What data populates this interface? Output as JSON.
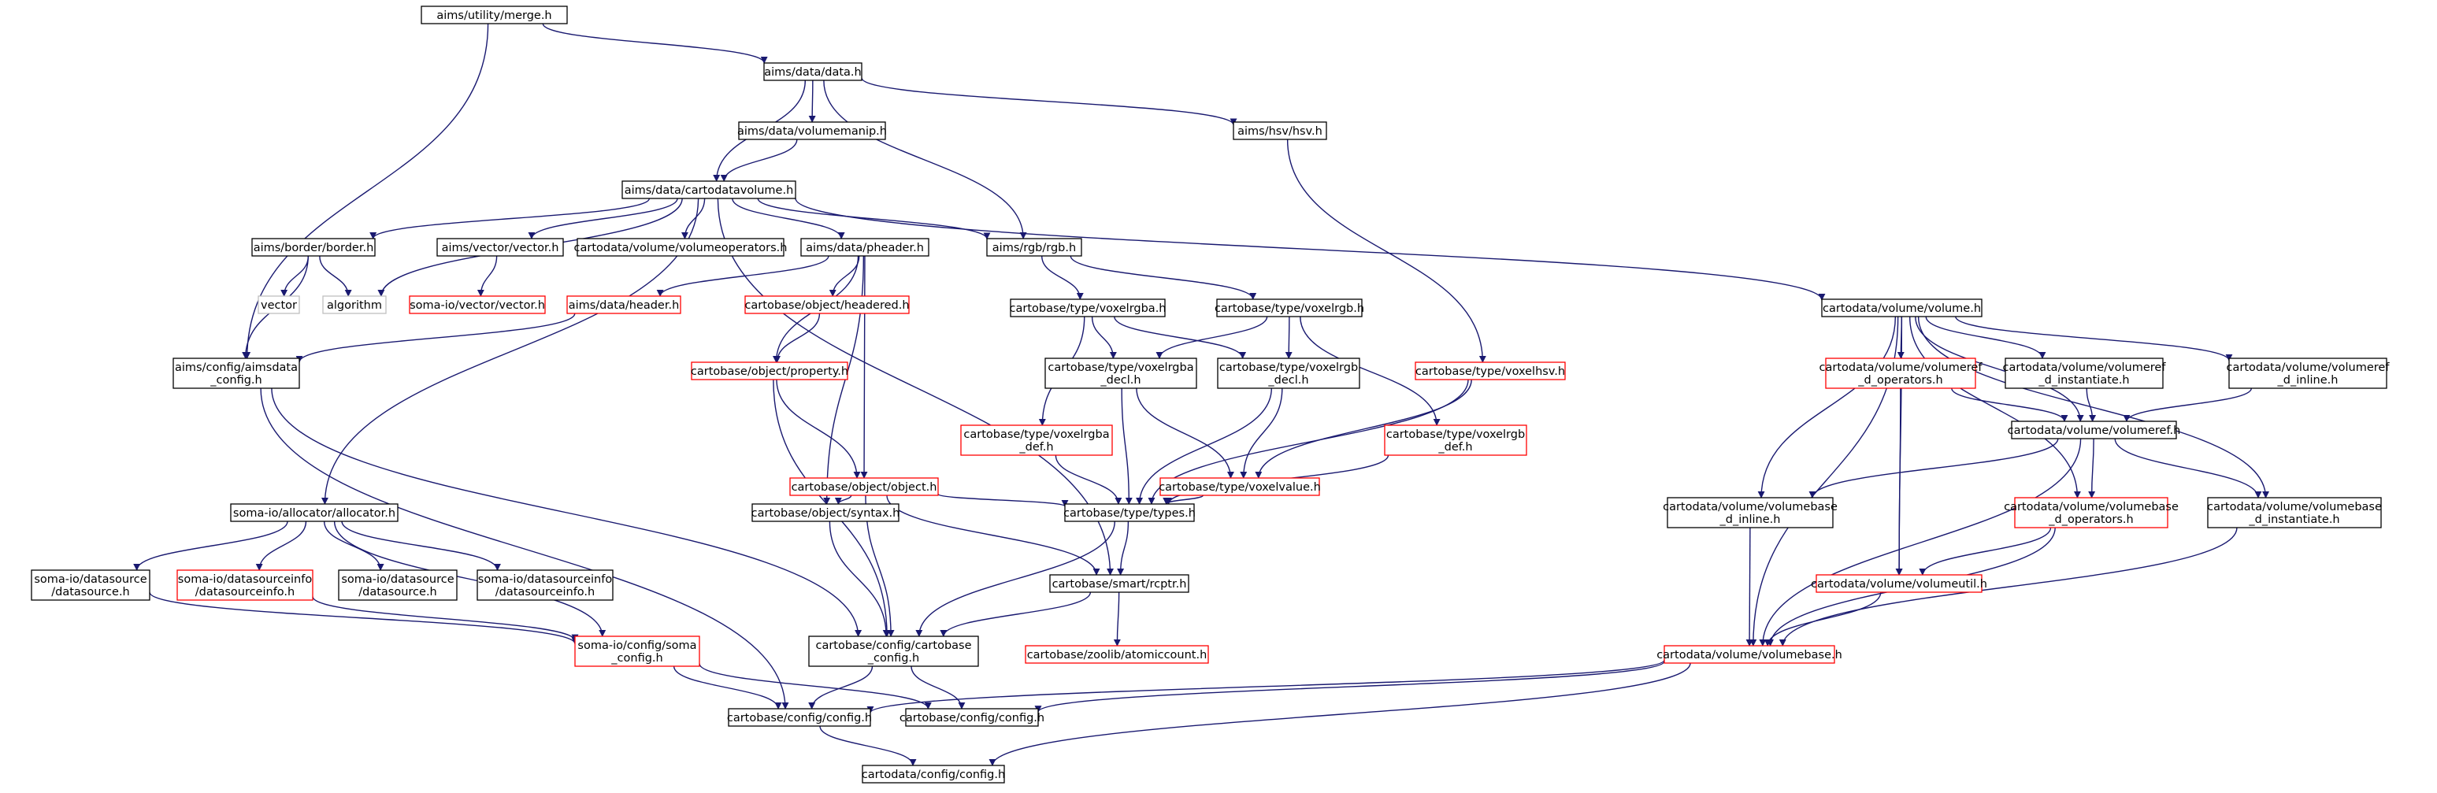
{
  "diagram": {
    "colors": {
      "edge": "#191970",
      "box_normal": "#000000",
      "box_linked": "#ff0000",
      "box_external": "#bfbfbf",
      "root_fill": "#bfbfbf",
      "fill": "#ffffff",
      "text": "#000000"
    },
    "nodes": [
      {
        "id": "merge",
        "lines": [
          "aims/utility/merge.h"
        ],
        "kind": "root"
      },
      {
        "id": "data",
        "lines": [
          "aims/data/data.h"
        ],
        "kind": "normal"
      },
      {
        "id": "volumemanip",
        "lines": [
          "aims/data/volumemanip.h"
        ],
        "kind": "normal"
      },
      {
        "id": "hsv",
        "lines": [
          "aims/hsv/hsv.h"
        ],
        "kind": "normal"
      },
      {
        "id": "cartodatavolume",
        "lines": [
          "aims/data/cartodatavolume.h"
        ],
        "kind": "normal"
      },
      {
        "id": "border",
        "lines": [
          "aims/border/border.h"
        ],
        "kind": "normal"
      },
      {
        "id": "vectorh",
        "lines": [
          "aims/vector/vector.h"
        ],
        "kind": "normal"
      },
      {
        "id": "volumeoperators",
        "lines": [
          "cartodata/volume/volumeoperators.h"
        ],
        "kind": "normal"
      },
      {
        "id": "pheader",
        "lines": [
          "aims/data/pheader.h"
        ],
        "kind": "normal"
      },
      {
        "id": "rgb",
        "lines": [
          "aims/rgb/rgb.h"
        ],
        "kind": "normal"
      },
      {
        "id": "volume",
        "lines": [
          "cartodata/volume/volume.h"
        ],
        "kind": "normal"
      },
      {
        "id": "vector",
        "lines": [
          "vector"
        ],
        "kind": "external"
      },
      {
        "id": "algorithm",
        "lines": [
          "algorithm"
        ],
        "kind": "external"
      },
      {
        "id": "somavector",
        "lines": [
          "soma-io/vector/vector.h"
        ],
        "kind": "linked"
      },
      {
        "id": "header",
        "lines": [
          "aims/data/header.h"
        ],
        "kind": "linked"
      },
      {
        "id": "headered",
        "lines": [
          "cartobase/object/headered.h"
        ],
        "kind": "linked"
      },
      {
        "id": "voxelrgba",
        "lines": [
          "cartobase/type/voxelrgba.h"
        ],
        "kind": "normal"
      },
      {
        "id": "voxelrgb",
        "lines": [
          "cartobase/type/voxelrgb.h"
        ],
        "kind": "normal"
      },
      {
        "id": "aimsdataconfig",
        "lines": [
          "aims/config/aimsdata",
          "_config.h"
        ],
        "kind": "normal"
      },
      {
        "id": "property",
        "lines": [
          "cartobase/object/property.h"
        ],
        "kind": "linked"
      },
      {
        "id": "voxelrgbadecl",
        "lines": [
          "cartobase/type/voxelrgba",
          "_decl.h"
        ],
        "kind": "normal"
      },
      {
        "id": "voxelrgbdecl",
        "lines": [
          "cartobase/type/voxelrgb",
          "_decl.h"
        ],
        "kind": "normal"
      },
      {
        "id": "voxelhsv",
        "lines": [
          "cartobase/type/voxelhsv.h"
        ],
        "kind": "linked"
      },
      {
        "id": "volumerefdops",
        "lines": [
          "cartodata/volume/volumeref",
          "_d_operators.h"
        ],
        "kind": "linked"
      },
      {
        "id": "volumerefdinst",
        "lines": [
          "cartodata/volume/volumeref",
          "_d_instantiate.h"
        ],
        "kind": "normal"
      },
      {
        "id": "volumerefdinline",
        "lines": [
          "cartodata/volume/volumeref",
          "_d_inline.h"
        ],
        "kind": "normal"
      },
      {
        "id": "object",
        "lines": [
          "cartobase/object/object.h"
        ],
        "kind": "linked"
      },
      {
        "id": "voxelrgbadef",
        "lines": [
          "cartobase/type/voxelrgba",
          "_def.h"
        ],
        "kind": "linked"
      },
      {
        "id": "voxelvalue",
        "lines": [
          "cartobase/type/voxelvalue.h"
        ],
        "kind": "linked"
      },
      {
        "id": "voxelrgbdef",
        "lines": [
          "cartobase/type/voxelrgb",
          "_def.h"
        ],
        "kind": "linked"
      },
      {
        "id": "volumeref",
        "lines": [
          "cartodata/volume/volumeref.h"
        ],
        "kind": "normal"
      },
      {
        "id": "allocator",
        "lines": [
          "soma-io/allocator/allocator.h"
        ],
        "kind": "normal"
      },
      {
        "id": "syntax",
        "lines": [
          "cartobase/object/syntax.h"
        ],
        "kind": "normal"
      },
      {
        "id": "types",
        "lines": [
          "cartobase/type/types.h"
        ],
        "kind": "normal"
      },
      {
        "id": "volumebasedinline",
        "lines": [
          "cartodata/volume/volumebase",
          "_d_inline.h"
        ],
        "kind": "normal"
      },
      {
        "id": "volumebasedops",
        "lines": [
          "cartodata/volume/volumebase",
          "_d_operators.h"
        ],
        "kind": "linked"
      },
      {
        "id": "volumebasedinst",
        "lines": [
          "cartodata/volume/volumebase",
          "_d_instantiate.h"
        ],
        "kind": "normal"
      },
      {
        "id": "dsdatasource",
        "lines": [
          "soma-io/datasource",
          "/datasource.h"
        ],
        "kind": "normal"
      },
      {
        "id": "dsinfolinked",
        "lines": [
          "soma-io/datasourceinfo",
          "/datasourceinfo.h"
        ],
        "kind": "linked"
      },
      {
        "id": "dsdatasource2",
        "lines": [
          "soma-io/datasource",
          "/datasource.h"
        ],
        "kind": "normal"
      },
      {
        "id": "dsinfo2",
        "lines": [
          "soma-io/datasourceinfo",
          "/datasourceinfo.h"
        ],
        "kind": "normal"
      },
      {
        "id": "rcptr",
        "lines": [
          "cartobase/smart/rcptr.h"
        ],
        "kind": "normal"
      },
      {
        "id": "volumeutil",
        "lines": [
          "cartodata/volume/volumeutil.h"
        ],
        "kind": "linked"
      },
      {
        "id": "somaconfig",
        "lines": [
          "soma-io/config/soma",
          "_config.h"
        ],
        "kind": "linked"
      },
      {
        "id": "cartobaseconfig",
        "lines": [
          "cartobase/config/cartobase",
          "_config.h"
        ],
        "kind": "normal"
      },
      {
        "id": "atomiccount",
        "lines": [
          "cartobase/zoolib/atomiccount.h"
        ],
        "kind": "linked"
      },
      {
        "id": "volumebase",
        "lines": [
          "cartodata/volume/volumebase.h"
        ],
        "kind": "linked"
      },
      {
        "id": "configA",
        "lines": [
          "cartobase/config/config.h"
        ],
        "kind": "normal"
      },
      {
        "id": "configB",
        "lines": [
          "cartobase/config/config.h"
        ],
        "kind": "normal"
      },
      {
        "id": "cartodataconfig",
        "lines": [
          "cartodata/config/config.h"
        ],
        "kind": "normal"
      }
    ],
    "edges": [
      [
        "merge",
        "data"
      ],
      [
        "merge",
        "aimsdataconfig"
      ],
      [
        "data",
        "volumemanip"
      ],
      [
        "data",
        "cartodatavolume"
      ],
      [
        "data",
        "rgb"
      ],
      [
        "data",
        "hsv"
      ],
      [
        "volumemanip",
        "cartodatavolume"
      ],
      [
        "hsv",
        "voxelhsv"
      ],
      [
        "cartodatavolume",
        "border"
      ],
      [
        "cartodatavolume",
        "vectorh"
      ],
      [
        "cartodatavolume",
        "volumeoperators"
      ],
      [
        "cartodatavolume",
        "pheader"
      ],
      [
        "cartodatavolume",
        "rgb"
      ],
      [
        "cartodatavolume",
        "volume"
      ],
      [
        "cartodatavolume",
        "algorithm"
      ],
      [
        "cartodatavolume",
        "allocator"
      ],
      [
        "cartodatavolume",
        "rcptr"
      ],
      [
        "border",
        "vector"
      ],
      [
        "border",
        "algorithm"
      ],
      [
        "border",
        "aimsdataconfig"
      ],
      [
        "vectorh",
        "somavector"
      ],
      [
        "pheader",
        "header"
      ],
      [
        "pheader",
        "headered"
      ],
      [
        "pheader",
        "property"
      ],
      [
        "pheader",
        "object"
      ],
      [
        "pheader",
        "syntax"
      ],
      [
        "header",
        "aimsdataconfig"
      ],
      [
        "headered",
        "property"
      ],
      [
        "property",
        "object"
      ],
      [
        "property",
        "cartobaseconfig"
      ],
      [
        "rgb",
        "voxelrgba"
      ],
      [
        "rgb",
        "voxelrgb"
      ],
      [
        "voxelrgba",
        "voxelrgbadecl"
      ],
      [
        "voxelrgba",
        "voxelrgbdecl"
      ],
      [
        "voxelrgba",
        "voxelrgbadef"
      ],
      [
        "voxelrgb",
        "voxelrgbadecl"
      ],
      [
        "voxelrgb",
        "voxelrgbdecl"
      ],
      [
        "voxelrgb",
        "voxelrgbdef"
      ],
      [
        "voxelrgbadecl",
        "voxelvalue"
      ],
      [
        "voxelrgbadecl",
        "types"
      ],
      [
        "voxelrgbdecl",
        "voxelvalue"
      ],
      [
        "voxelrgbdecl",
        "types"
      ],
      [
        "voxelrgbadef",
        "types"
      ],
      [
        "voxelrgbdef",
        "types"
      ],
      [
        "voxelvalue",
        "types"
      ],
      [
        "voxelhsv",
        "voxelvalue"
      ],
      [
        "voxelhsv",
        "types"
      ],
      [
        "object",
        "syntax"
      ],
      [
        "object",
        "types"
      ],
      [
        "object",
        "rcptr"
      ],
      [
        "object",
        "cartobaseconfig"
      ],
      [
        "syntax",
        "cartobaseconfig"
      ],
      [
        "types",
        "rcptr"
      ],
      [
        "types",
        "cartobaseconfig"
      ],
      [
        "rcptr",
        "cartobaseconfig"
      ],
      [
        "rcptr",
        "atomiccount"
      ],
      [
        "aimsdataconfig",
        "cartobaseconfig"
      ],
      [
        "aimsdataconfig",
        "configA"
      ],
      [
        "cartobaseconfig",
        "configA"
      ],
      [
        "cartobaseconfig",
        "configB"
      ],
      [
        "allocator",
        "dsdatasource"
      ],
      [
        "allocator",
        "dsinfolinked"
      ],
      [
        "allocator",
        "dsdatasource2"
      ],
      [
        "allocator",
        "dsinfo2"
      ],
      [
        "allocator",
        "somaconfig"
      ],
      [
        "dsdatasource",
        "somaconfig"
      ],
      [
        "dsinfolinked",
        "somaconfig"
      ],
      [
        "somaconfig",
        "configA"
      ],
      [
        "somaconfig",
        "configB"
      ],
      [
        "volume",
        "volumerefdops"
      ],
      [
        "volume",
        "volumerefdinst"
      ],
      [
        "volume",
        "volumerefdinline"
      ],
      [
        "volume",
        "volumeref"
      ],
      [
        "volume",
        "volumebasedinline"
      ],
      [
        "volume",
        "volumebasedops"
      ],
      [
        "volume",
        "volumebasedinst"
      ],
      [
        "volume",
        "volumeutil"
      ],
      [
        "volume",
        "volumebase"
      ],
      [
        "volumerefdops",
        "volumeref"
      ],
      [
        "volumerefdops",
        "volumeutil"
      ],
      [
        "volumerefdinst",
        "volumeref"
      ],
      [
        "volumerefdinline",
        "volumeref"
      ],
      [
        "volumeref",
        "volumebasedinline"
      ],
      [
        "volumeref",
        "volumebasedops"
      ],
      [
        "volumeref",
        "volumebasedinst"
      ],
      [
        "volumeref",
        "volumebase"
      ],
      [
        "volumebasedinline",
        "volumebase"
      ],
      [
        "volumebasedops",
        "volumeutil"
      ],
      [
        "volumebasedops",
        "volumebase"
      ],
      [
        "volumebasedinst",
        "volumebase"
      ],
      [
        "volumeutil",
        "volumebase"
      ],
      [
        "volumebase",
        "configA"
      ],
      [
        "volumebase",
        "configB"
      ],
      [
        "volumebase",
        "cartodataconfig"
      ],
      [
        "configA",
        "cartodataconfig"
      ]
    ]
  }
}
